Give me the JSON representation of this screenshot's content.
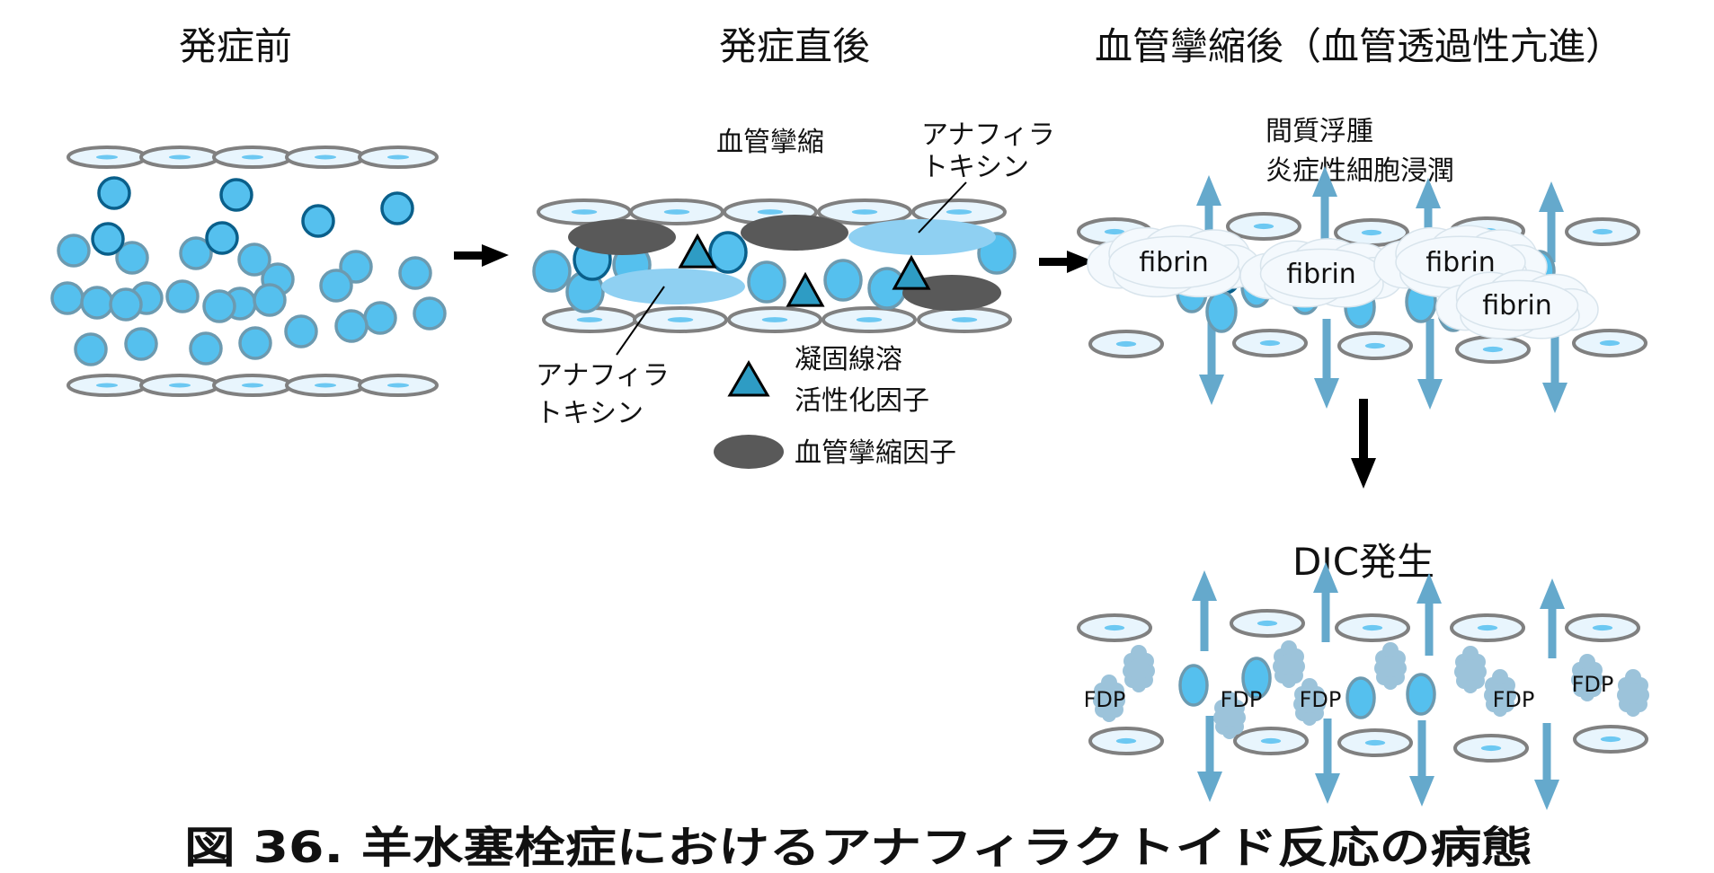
{
  "headings": {
    "before": "発症前",
    "immediately_after": "発症直後",
    "after_vasospasm": "血管攣縮後（血管透過性亢進）",
    "dic": "DIC発生"
  },
  "labels": {
    "vasospasm": "血管攣縮",
    "anaphylatoxin_top_line1": "アナフィラ",
    "anaphylatoxin_top_line2": "トキシン",
    "anaphylatoxin_bottom_line1": "アナフィラ",
    "anaphylatoxin_bottom_line2": "トキシン",
    "edema_line1": "間質浮腫",
    "edema_line2": "炎症性細胞浸潤"
  },
  "legend": {
    "triangle_line1": "凝固線溶",
    "triangle_line2": "活性化因子",
    "ellipse": "血管攣縮因子"
  },
  "fibrin_labels": [
    "fibrin",
    "fibrin",
    "fibrin",
    "fibrin"
  ],
  "fdp_labels": [
    "FDP",
    "FDP",
    "FDP",
    "FDP",
    "FDP"
  ],
  "caption": "図 36.  羊水塞栓症におけるアナフィラクトイド反応の病態",
  "colors": {
    "cell_fill": "#55c0ee",
    "cell_stroke_light": "#6c9ab0",
    "cell_stroke_dark": "#0a5f8a",
    "endothelium_fill": "#e8f5fd",
    "endothelium_stroke": "#808080",
    "nucleus": "#6cc8f2",
    "vasoconstrictor": "#595959",
    "anaphylatoxin": "#8fd0f2",
    "coag_factor_fill": "#2e9cc4",
    "flow_arrow": "#65a9cc",
    "fdp_blob": "#9cc3da",
    "fibrin_cloud": "#f4f9fd",
    "black": "#000000"
  }
}
